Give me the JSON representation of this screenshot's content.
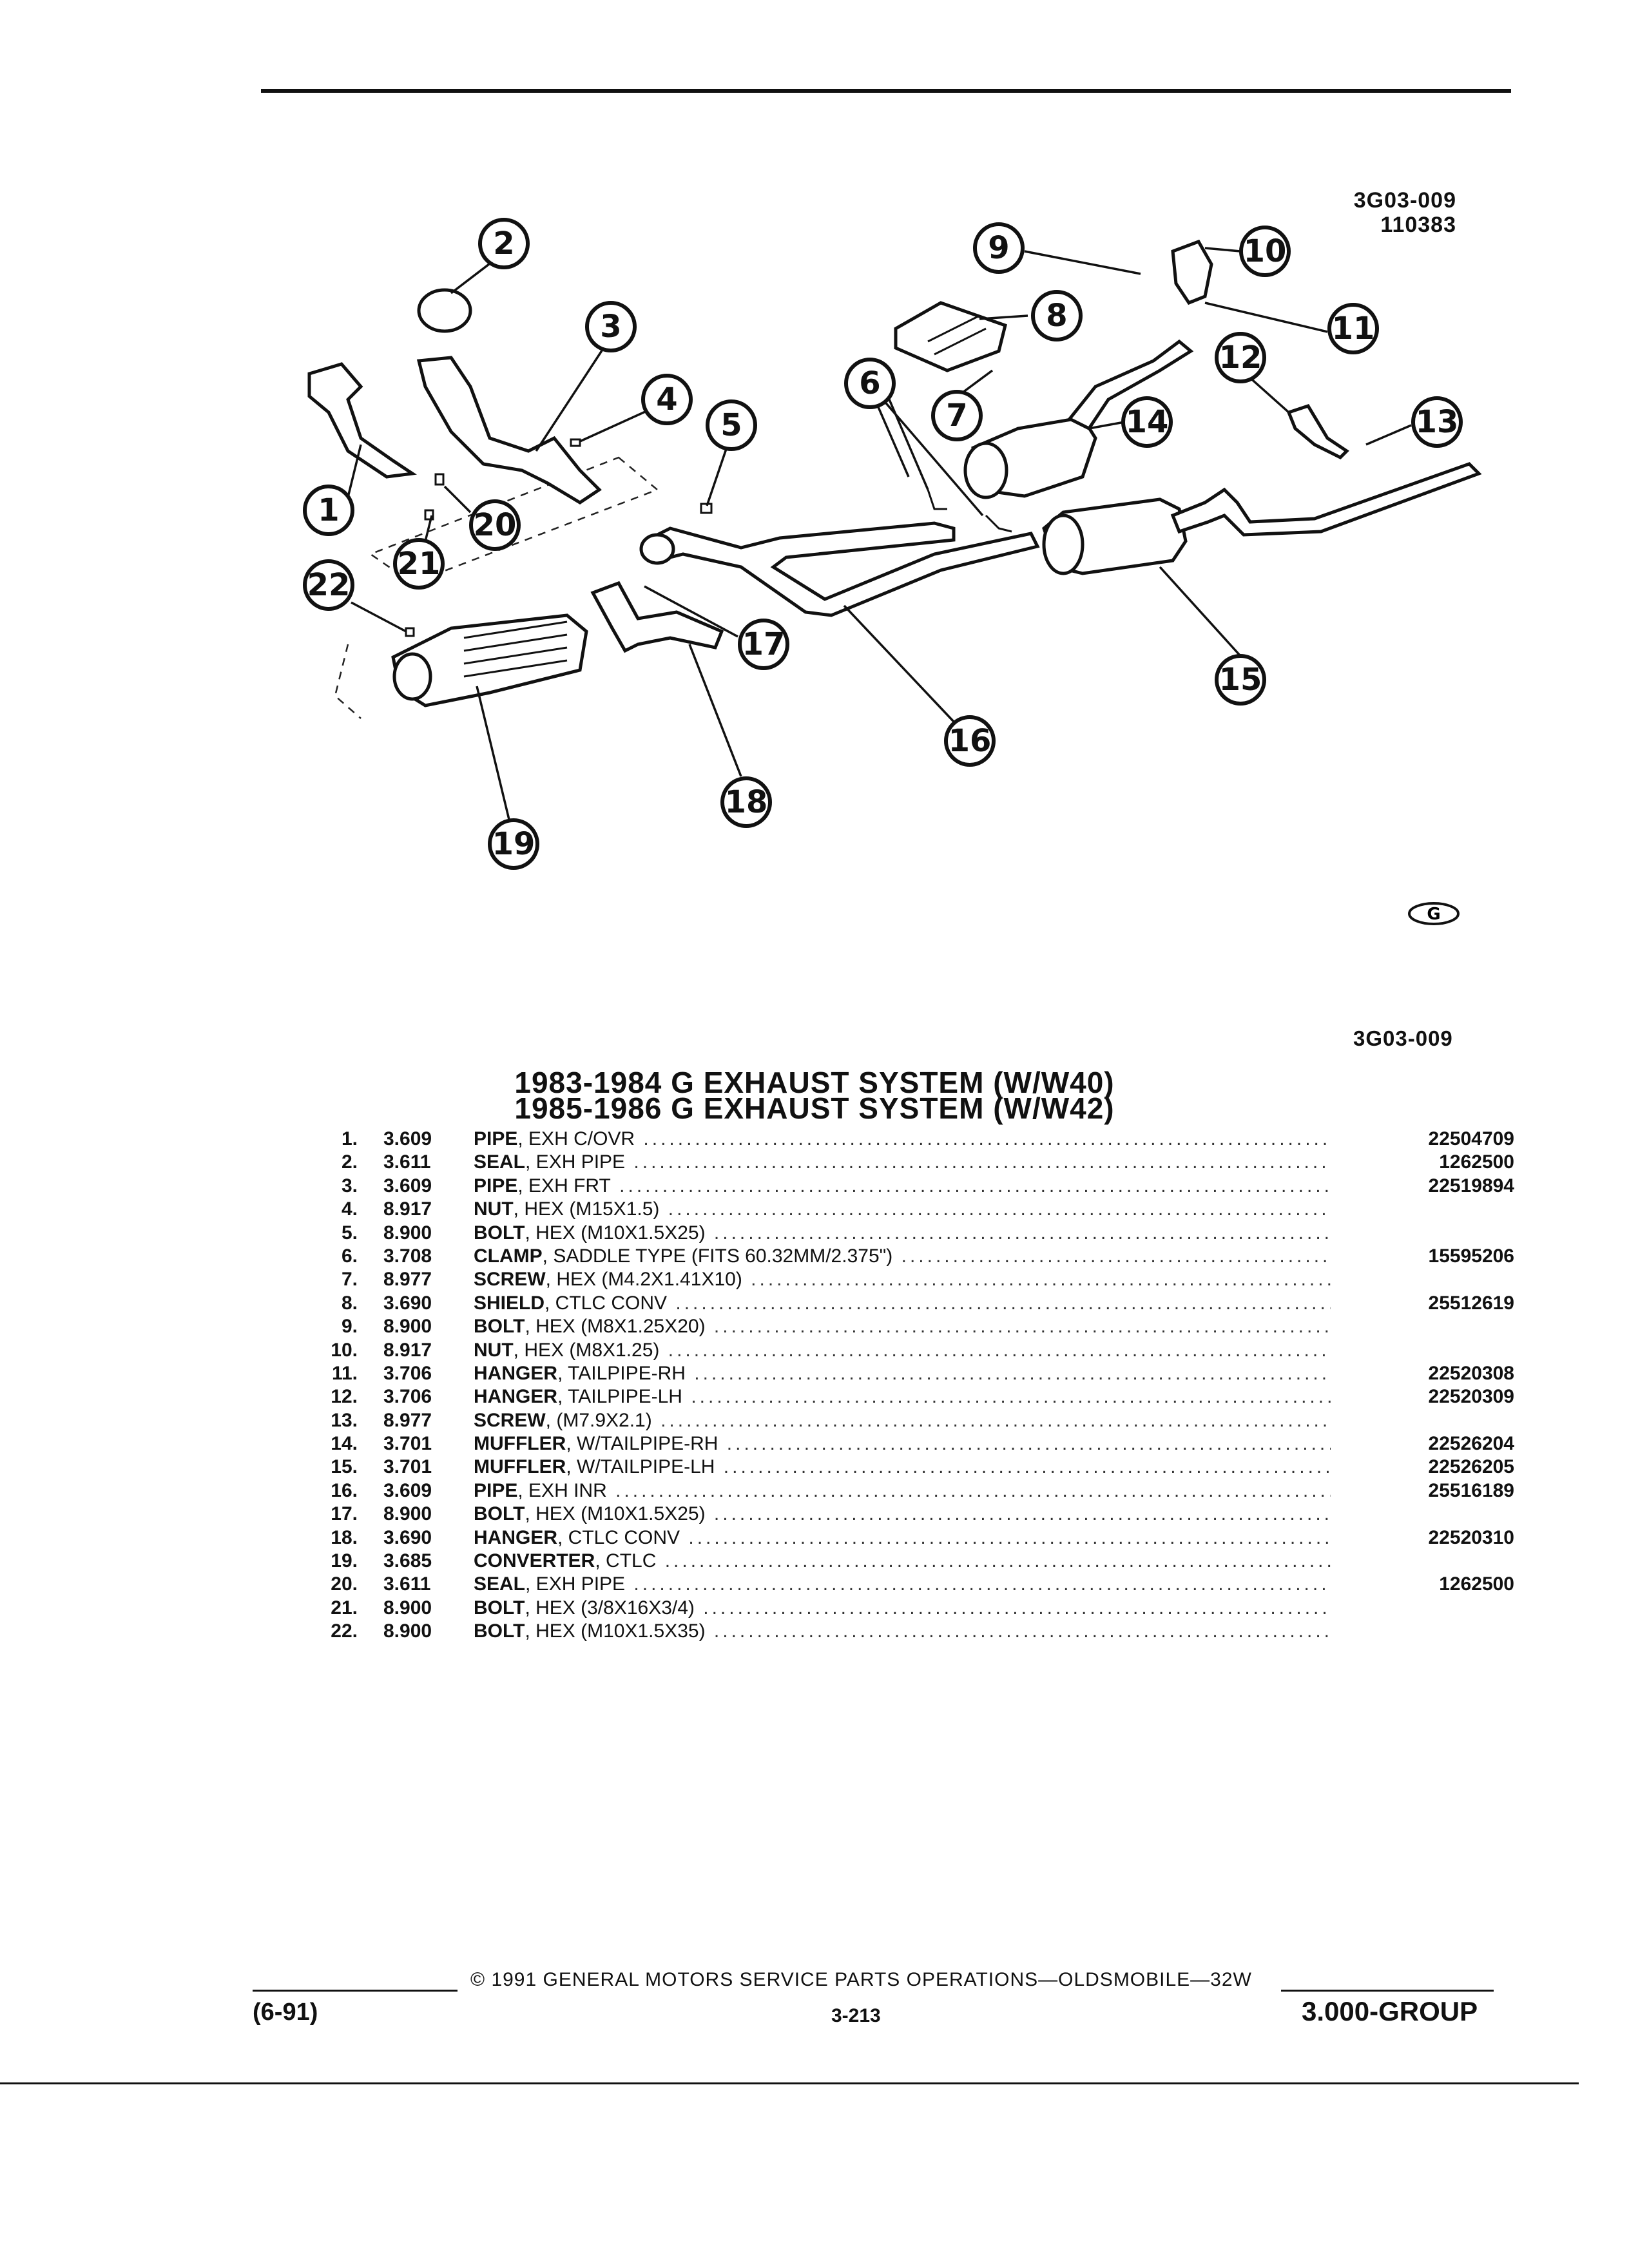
{
  "header": {
    "illustration_code": "3G03-009",
    "illustration_date": "110383",
    "figure_ref": "3G03-009",
    "body_symbol": "G"
  },
  "titles": [
    "1983-1984 G EXHAUST SYSTEM (W/W40)",
    "1985-1986 G EXHAUST SYSTEM (W/W42)"
  ],
  "callouts": [
    "1",
    "2",
    "3",
    "4",
    "5",
    "6",
    "7",
    "8",
    "9",
    "10",
    "11",
    "12",
    "13",
    "14",
    "15",
    "16",
    "17",
    "18",
    "19",
    "20",
    "21",
    "22"
  ],
  "parts": [
    {
      "num": "1.",
      "group": "3.609",
      "name": "PIPE",
      "desc": ", EXH C/OVR",
      "part_no": "22504709"
    },
    {
      "num": "2.",
      "group": "3.611",
      "name": "SEAL",
      "desc": ", EXH PIPE",
      "part_no": "1262500"
    },
    {
      "num": "3.",
      "group": "3.609",
      "name": "PIPE",
      "desc": ", EXH FRT",
      "part_no": "22519894"
    },
    {
      "num": "4.",
      "group": "8.917",
      "name": "NUT",
      "desc": ", HEX (M15X1.5)",
      "part_no": ""
    },
    {
      "num": "5.",
      "group": "8.900",
      "name": "BOLT",
      "desc": ", HEX (M10X1.5X25)",
      "part_no": ""
    },
    {
      "num": "6.",
      "group": "3.708",
      "name": "CLAMP",
      "desc": ", SADDLE TYPE (FITS 60.32MM/2.375\")",
      "part_no": "15595206"
    },
    {
      "num": "7.",
      "group": "8.977",
      "name": "SCREW",
      "desc": ", HEX (M4.2X1.41X10)",
      "part_no": ""
    },
    {
      "num": "8.",
      "group": "3.690",
      "name": "SHIELD",
      "desc": ", CTLC CONV",
      "part_no": "25512619"
    },
    {
      "num": "9.",
      "group": "8.900",
      "name": "BOLT",
      "desc": ", HEX (M8X1.25X20)",
      "part_no": ""
    },
    {
      "num": "10.",
      "group": "8.917",
      "name": "NUT",
      "desc": ", HEX (M8X1.25)",
      "part_no": ""
    },
    {
      "num": "11.",
      "group": "3.706",
      "name": "HANGER",
      "desc": ", TAILPIPE-RH",
      "part_no": "22520308"
    },
    {
      "num": "12.",
      "group": "3.706",
      "name": "HANGER",
      "desc": ", TAILPIPE-LH",
      "part_no": "22520309"
    },
    {
      "num": "13.",
      "group": "8.977",
      "name": "SCREW",
      "desc": ", (M7.9X2.1)",
      "part_no": ""
    },
    {
      "num": "14.",
      "group": "3.701",
      "name": "MUFFLER",
      "desc": ", W/TAILPIPE-RH",
      "part_no": "22526204"
    },
    {
      "num": "15.",
      "group": "3.701",
      "name": "MUFFLER",
      "desc": ", W/TAILPIPE-LH",
      "part_no": "22526205"
    },
    {
      "num": "16.",
      "group": "3.609",
      "name": "PIPE",
      "desc": ", EXH INR",
      "part_no": "25516189"
    },
    {
      "num": "17.",
      "group": "8.900",
      "name": "BOLT",
      "desc": ", HEX (M10X1.5X25)",
      "part_no": ""
    },
    {
      "num": "18.",
      "group": "3.690",
      "name": "HANGER",
      "desc": ", CTLC CONV",
      "part_no": "22520310"
    },
    {
      "num": "19.",
      "group": "3.685",
      "name": "CONVERTER",
      "desc": ", CTLC",
      "part_no": ""
    },
    {
      "num": "20.",
      "group": "3.611",
      "name": "SEAL",
      "desc": ", EXH PIPE",
      "part_no": "1262500"
    },
    {
      "num": "21.",
      "group": "8.900",
      "name": "BOLT",
      "desc": ", HEX (3/8X16X3/4)",
      "part_no": ""
    },
    {
      "num": "22.",
      "group": "8.900",
      "name": "BOLT",
      "desc": ", HEX (M10X1.5X35)",
      "part_no": ""
    }
  ],
  "footer": {
    "copyright": "© 1991 GENERAL MOTORS SERVICE PARTS OPERATIONS—OLDSMOBILE—32W",
    "revision": "(6-91)",
    "page": "3-213",
    "group": "3.000-GROUP"
  }
}
